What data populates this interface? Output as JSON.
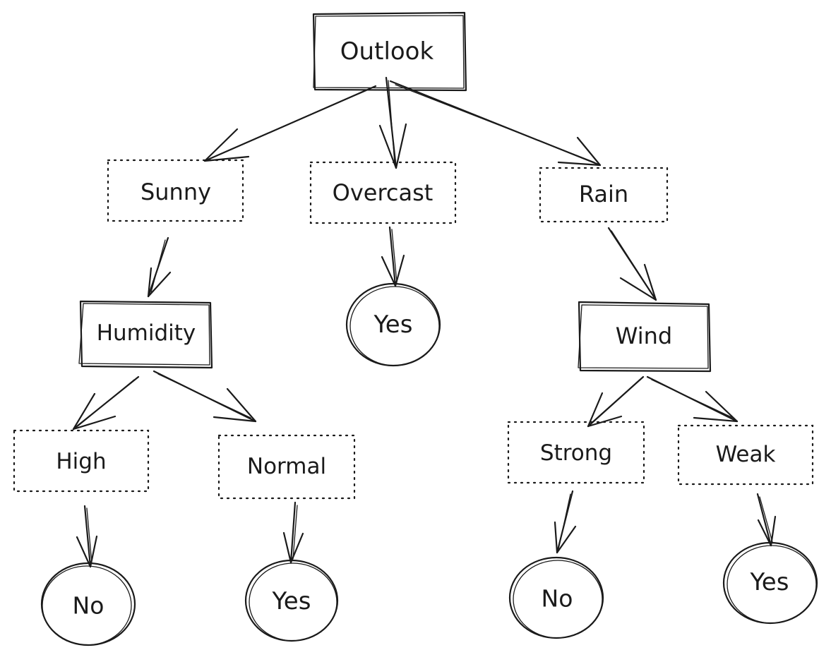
{
  "tree": {
    "root": {
      "label": "Outlook"
    },
    "outlook_branches": {
      "sunny": "Sunny",
      "overcast": "Overcast",
      "rain": "Rain"
    },
    "humidity": {
      "label": "Humidity",
      "branches": {
        "high": "High",
        "normal": "Normal"
      },
      "leaves": {
        "high": "No",
        "normal": "Yes"
      }
    },
    "overcast_leaf": "Yes",
    "wind": {
      "label": "Wind",
      "branches": {
        "strong": "Strong",
        "weak": "Weak"
      },
      "leaves": {
        "strong": "No",
        "weak": "Yes"
      }
    }
  },
  "colors": {
    "ink": "#1a1a1a",
    "background": "#ffffff"
  }
}
